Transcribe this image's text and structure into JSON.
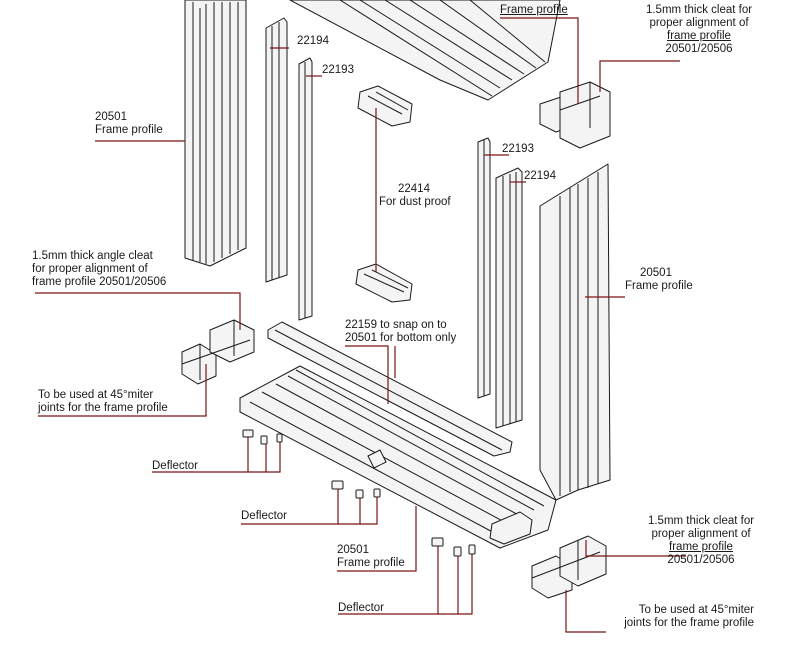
{
  "colors": {
    "line": "#1a1a1a",
    "leader": "#7a1515",
    "fill": "#f4f4f4"
  },
  "labels": {
    "frame_profile_top": "Frame profile",
    "cleat_top": [
      "1.5mm thick cleat for",
      "proper alignment of",
      "frame profile",
      "20501/20506"
    ],
    "p22194_left": "22194",
    "p22193_left": "22193",
    "p20501_left": [
      "20501",
      "Frame profile"
    ],
    "p22414": [
      "22414",
      "For dust proof"
    ],
    "p22193_right": "22193",
    "p22194_right": "22194",
    "p20501_right": [
      "20501",
      "Frame profile"
    ],
    "angle_cleat_left": [
      "1.5mm thick angle cleat",
      "for proper alignment of",
      "frame profile 20501/20506"
    ],
    "p22159": [
      "22159 to snap on to",
      "20501 for bottom only"
    ],
    "miter_left": [
      "To be used at 45°miter",
      "joints for the frame profile"
    ],
    "deflector_1": "Deflector",
    "deflector_2": "Deflector",
    "p20501_bottom": [
      "20501",
      "Frame profile"
    ],
    "deflector_3": "Deflector",
    "cleat_bottom": [
      "1.5mm thick cleat for",
      "proper alignment of",
      "frame profile",
      "20501/20506"
    ],
    "miter_right": [
      "To be used at 45°miter",
      "joints for the frame profile"
    ]
  }
}
